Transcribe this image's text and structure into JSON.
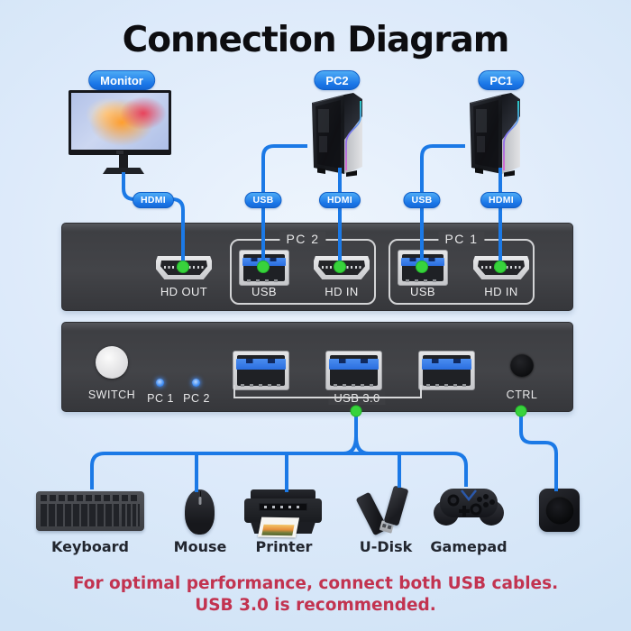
{
  "title": "Connection Diagram",
  "sources": {
    "monitor": {
      "label": "Monitor",
      "cable_badge": "HDMI"
    },
    "pc2": {
      "label": "PC2",
      "usb_badge": "USB",
      "hdmi_badge": "HDMI"
    },
    "pc1": {
      "label": "PC1",
      "usb_badge": "USB",
      "hdmi_badge": "HDMI"
    }
  },
  "kvm_rear": {
    "hd_out_label": "HD OUT",
    "groups": [
      {
        "name": "PC 2",
        "ports": [
          {
            "type": "usb",
            "label": "USB"
          },
          {
            "type": "hdmi",
            "label": "HD IN"
          }
        ]
      },
      {
        "name": "PC 1",
        "ports": [
          {
            "type": "usb",
            "label": "USB"
          },
          {
            "type": "hdmi",
            "label": "HD IN"
          }
        ]
      }
    ]
  },
  "kvm_front": {
    "switch_label": "SWITCH",
    "led1_label": "PC 1",
    "led2_label": "PC 2",
    "usb_group_label": "USB 3.0",
    "ctrl_label": "CTRL"
  },
  "peripherals": [
    {
      "label": "Keyboard"
    },
    {
      "label": "Mouse"
    },
    {
      "label": "Printer"
    },
    {
      "label": "U-Disk"
    },
    {
      "label": "Gamepad"
    }
  ],
  "footer": {
    "line1": "For optimal performance, connect both USB cables.",
    "line2": "USB 3.0 is recommended."
  },
  "colors": {
    "cable_blue": "#1b79e6",
    "badge_blue": "#1b77e8",
    "connector_green": "#38d33c",
    "footer_red": "#c23350",
    "device_gray": "#414246"
  }
}
